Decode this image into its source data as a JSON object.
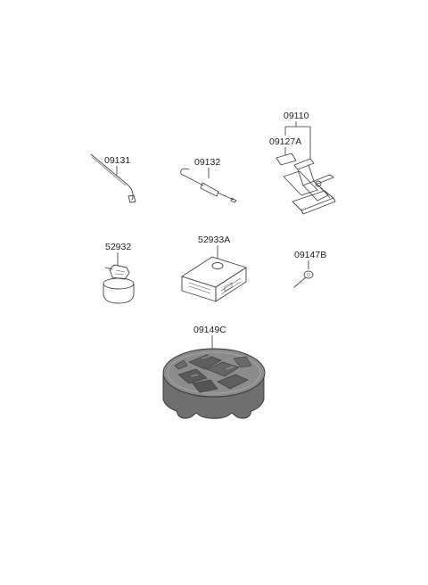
{
  "parts": {
    "wheel_wrench": "09131",
    "jack_handle": "09132",
    "jack_assy": "09110",
    "jack_label": "09127A",
    "sealant_bottle": "52932",
    "compressor": "52933A",
    "tow_hook": "09147B",
    "tool_case": "09149C"
  }
}
